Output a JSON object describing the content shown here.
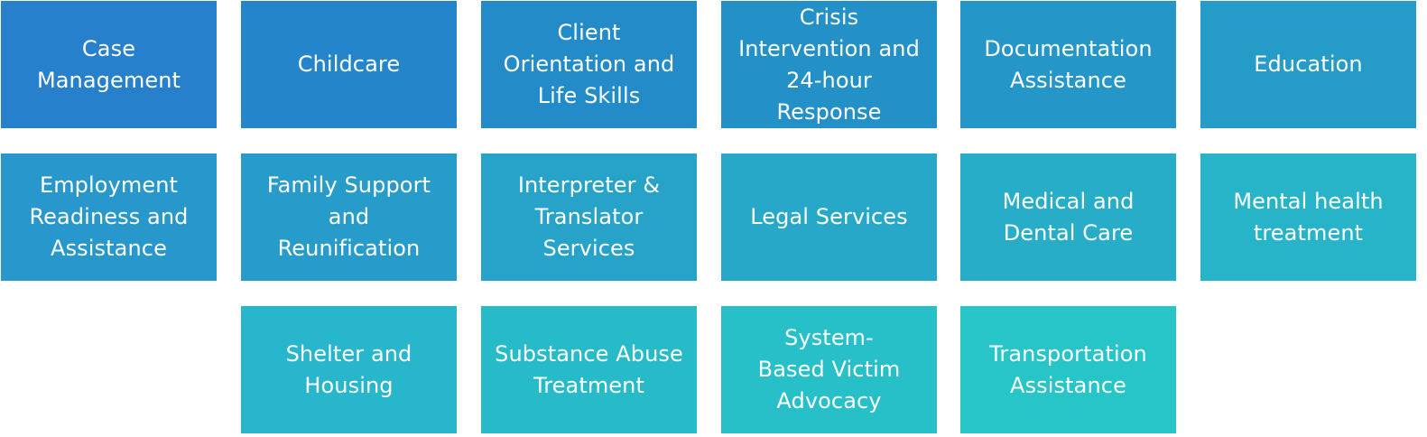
{
  "tiles": [
    {
      "label": "Case\nManagement",
      "color": "#2680cc"
    },
    {
      "label": "Childcare",
      "color": "#2585ca"
    },
    {
      "label": "Client\nOrientation and\nLife Skills",
      "color": "#248bc9"
    },
    {
      "label": "Crisis\nIntervention and\n24-hour\nResponse",
      "color": "#2490c8"
    },
    {
      "label": "Documentation\nAssistance",
      "color": "#2496c8"
    },
    {
      "label": "Education",
      "color": "#259bc8"
    },
    {
      "label": "Employment\nReadiness and\nAssistance",
      "color": "#2797cc"
    },
    {
      "label": "Family Support\nand\nReunification",
      "color": "#279cca"
    },
    {
      "label": "Interpreter &\nTranslator\nServices",
      "color": "#27a2c9"
    },
    {
      "label": "Legal Services",
      "color": "#27a8c9"
    },
    {
      "label": "Medical and\nDental Care",
      "color": "#27adc8"
    },
    {
      "label": "Mental health\ntreatment",
      "color": "#27b3c8"
    },
    {
      "label": "Shelter and\nHousing",
      "color": "#27b6cb"
    },
    {
      "label": "Substance Abuse\nTreatment",
      "color": "#27bbca"
    },
    {
      "label": "System-\nBased Victim\nAdvocacy",
      "color": "#27c0c9"
    },
    {
      "label": "Transportation\nAssistance",
      "color": "#27c5c8"
    }
  ]
}
